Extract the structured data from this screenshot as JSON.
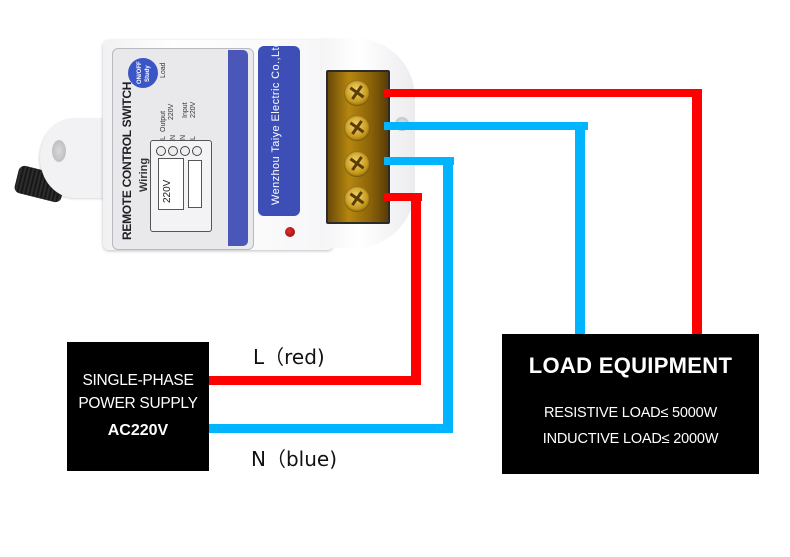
{
  "device": {
    "title": "REMOTE CONTROL SWITCH",
    "wiring_label": "Wiring",
    "badge_top": "ON/OFF",
    "badge_bottom": "Study",
    "voltage_label": "220V",
    "output_label": "Output",
    "output_voltage": "220V",
    "input_label": "Input",
    "input_voltage": "220V",
    "load_label": "Load",
    "terminal_letters": [
      "L",
      "N",
      "N",
      "L"
    ],
    "brand": "Wenzhou Taiye Electric Co.,Ltd."
  },
  "wires": {
    "l_label": "L（red)",
    "n_label": "N（blue)",
    "colors": {
      "live": "#ff0000",
      "neutral": "#00b4ff"
    }
  },
  "power_supply": {
    "line1": "SINGLE-PHASE",
    "line2": "POWER SUPPLY",
    "voltage": "AC220V"
  },
  "load_equipment": {
    "title": "LOAD EQUIPMENT",
    "resistive": "RESISTIVE LOAD≤ 5000W",
    "inductive": "INDUCTIVE LOAD≤ 2000W"
  }
}
